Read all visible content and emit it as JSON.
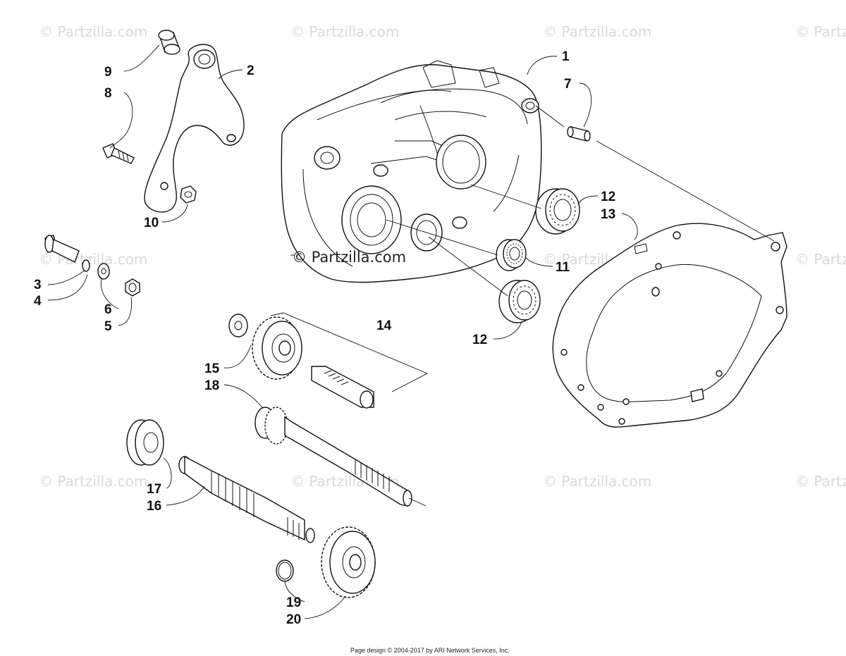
{
  "watermark": {
    "text": "© Partzilla.com",
    "center_text": "© Partzilla.com"
  },
  "footer": "Page design © 2004-2017 by ARI Network Services, Inc.",
  "callouts": {
    "c1": "1",
    "c2": "2",
    "c3": "3",
    "c4": "4",
    "c5": "5",
    "c6": "6",
    "c7": "7",
    "c8": "8",
    "c9": "9",
    "c10": "10",
    "c11": "11",
    "c12a": "12",
    "c12b": "12",
    "c13": "13",
    "c14": "14",
    "c15": "15",
    "c16": "16",
    "c17": "17",
    "c18": "18",
    "c19": "19",
    "c20": "20"
  }
}
